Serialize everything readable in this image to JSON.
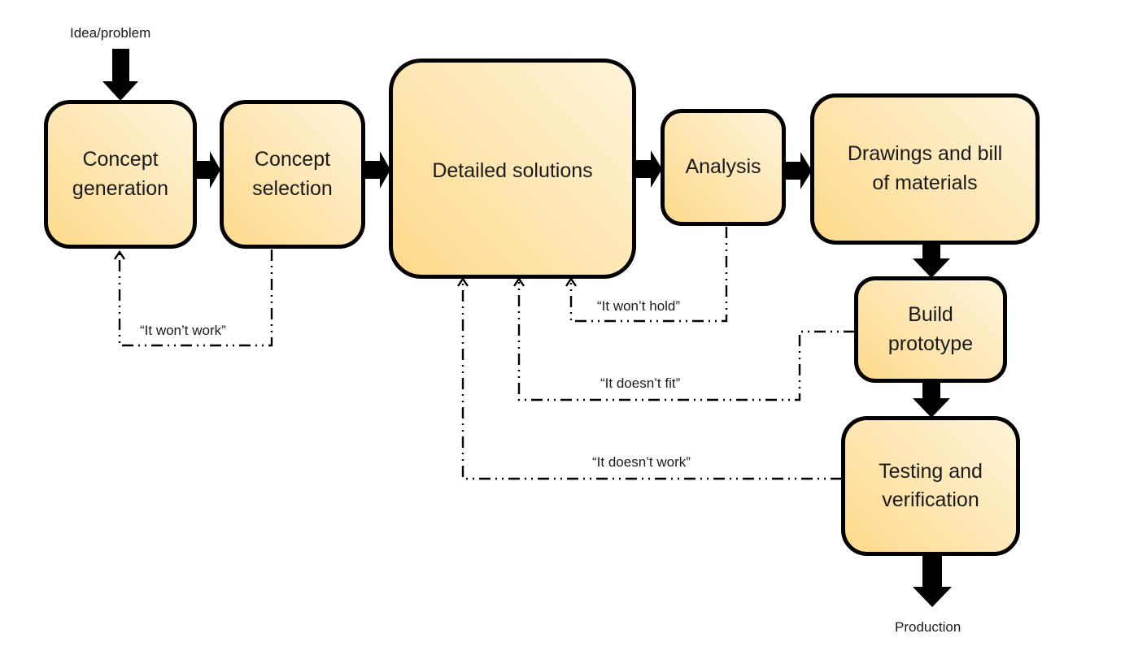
{
  "diagram": {
    "input_label": "Idea/problem",
    "output_label": "Production",
    "steps": [
      {
        "id": "concept-generation",
        "label": "Concept\ngeneration"
      },
      {
        "id": "concept-selection",
        "label": "Concept\nselection"
      },
      {
        "id": "detailed-solutions",
        "label": "Detailed solutions"
      },
      {
        "id": "analysis",
        "label": "Analysis"
      },
      {
        "id": "drawings-bom",
        "label": "Drawings and bill\nof materials"
      },
      {
        "id": "build-prototype",
        "label": "Build\nprototype"
      },
      {
        "id": "testing-verification",
        "label": "Testing and\nverification"
      }
    ],
    "feedback": [
      {
        "from": "concept-selection",
        "to": "concept-generation",
        "label": "“It won’t work”"
      },
      {
        "from": "analysis",
        "to": "detailed-solutions",
        "label": "“It won’t hold”"
      },
      {
        "from": "build-prototype",
        "to": "detailed-solutions",
        "label": "“It doesn’t fit”"
      },
      {
        "from": "testing-verification",
        "to": "detailed-solutions",
        "label": "“It doesn’t work”"
      }
    ],
    "colors": {
      "box_fill_dark": "#fdd98a",
      "box_fill_light": "#fff3d9",
      "stroke": "#000000"
    }
  }
}
